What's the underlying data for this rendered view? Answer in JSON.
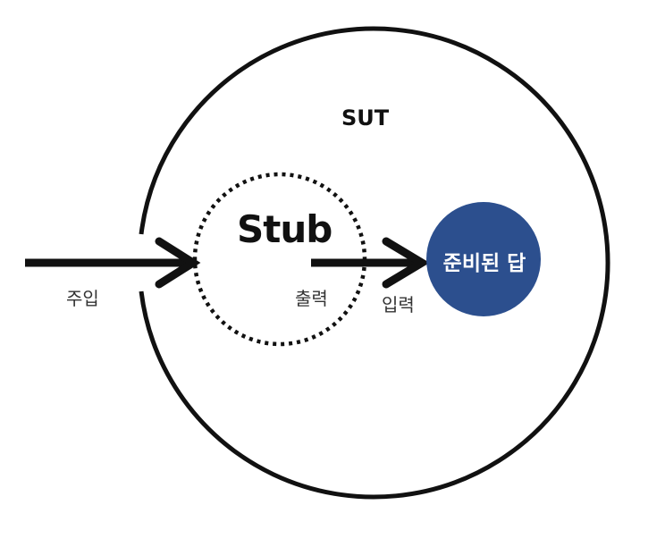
{
  "sut_label": "SUT",
  "stub_label": "Stub",
  "inject_label": "주입",
  "output_label": "출력",
  "input_label": "입력",
  "answer_label": "준비된 답",
  "colors": {
    "answer_fill": "#2c4f8e",
    "line": "#111111"
  }
}
